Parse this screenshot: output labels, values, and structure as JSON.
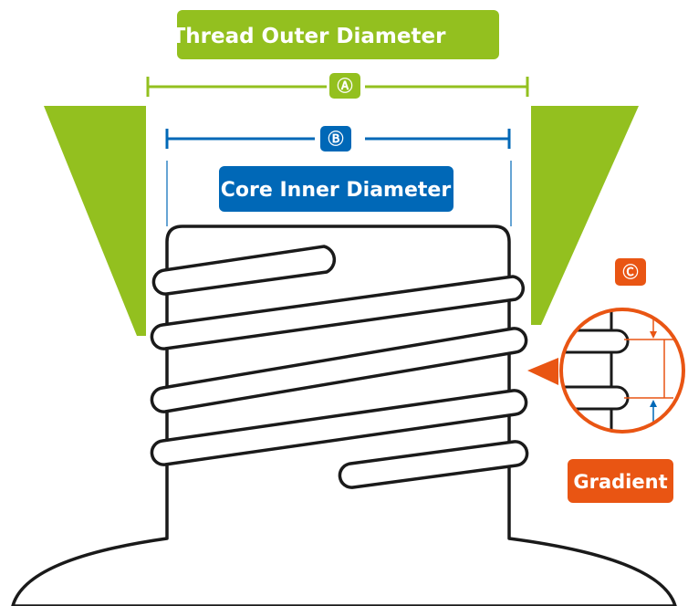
{
  "labels": {
    "thread_outer_diameter": "Thread Outer Diameter",
    "core_inner_diameter": "Core Inner Diameter",
    "gradient": "Gradient",
    "marker_a": "Ⓐ",
    "marker_b": "Ⓑ",
    "marker_c": "Ⓒ"
  },
  "colors": {
    "green": "#93C01F",
    "blue": "#0068B7",
    "orange": "#E95513",
    "outline": "#1A1A1A"
  }
}
